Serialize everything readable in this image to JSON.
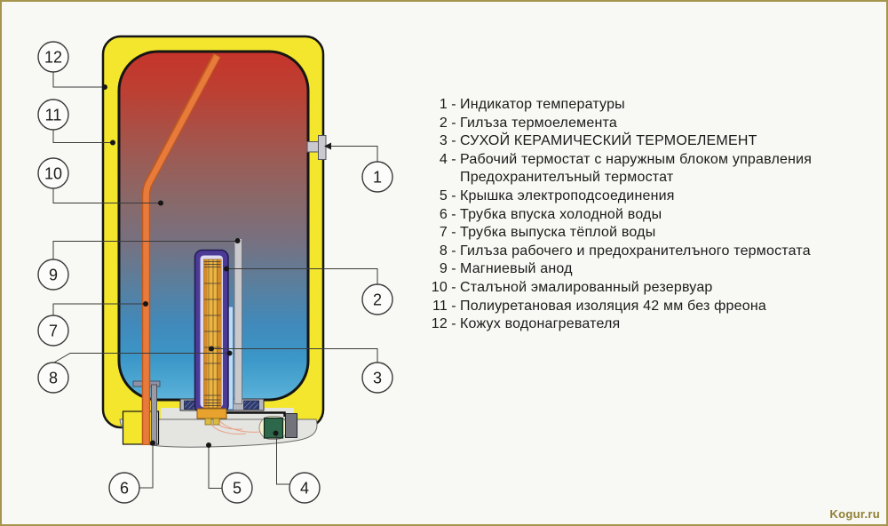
{
  "page": {
    "background": "#F8F8F4",
    "frame_color": "#A6954C",
    "watermark": "Kogur.ru"
  },
  "legend": {
    "rows": [
      {
        "num": "1",
        "sep": "-",
        "text": "Индикатор температуры"
      },
      {
        "num": "2",
        "sep": "-",
        "text": "Гилъза термоелемента"
      },
      {
        "num": "3",
        "sep": "-",
        "text": "СУХОЙ КЕРАМИЧЕСКИЙ ТЕРМОЕЛЕМЕНТ"
      },
      {
        "num": "4",
        "sep": "-",
        "text": "Рабочий термостат с наружным блоком управления"
      },
      {
        "num": "",
        "sep": "",
        "text": "Предохранителъный термостат"
      },
      {
        "num": "5",
        "sep": "-",
        "text": "Крышка электроподсоединения"
      },
      {
        "num": "6",
        "sep": "-",
        "text": "Трубка впуска холодной воды"
      },
      {
        "num": "7",
        "sep": "-",
        "text": "Трубка выпуска тёплой воды"
      },
      {
        "num": "8",
        "sep": "-",
        "text": "Гилъза рабочего и предохранителъного термостата"
      },
      {
        "num": "9",
        "sep": "-",
        "text": "Магниевый анод"
      },
      {
        "num": "10",
        "sep": "-",
        "text": "Сталъной эмалированный резервуар"
      },
      {
        "num": "11",
        "sep": "-",
        "text": "Полиуретановая изоляция 42 мм без фреона"
      },
      {
        "num": "12",
        "sep": "-",
        "text": "Кожух водонагревателя"
      }
    ]
  },
  "callouts": {
    "c1": "1",
    "c2": "2",
    "c3": "3",
    "c4": "4",
    "c5": "5",
    "c6": "6",
    "c7": "7",
    "c8": "8",
    "c9": "9",
    "c10": "10",
    "c11": "11",
    "c12": "12"
  },
  "colors": {
    "casing_yellow": "#F3E62C",
    "tank_top_red": "#C6342A",
    "tank_bottom_blue": "#5FB3DB",
    "outlet_tube_orange": "#E87A3C",
    "anode_gray": "#C9C9CD",
    "thermowell_purple": "#4B3A96",
    "element_gold": "#E9B545",
    "thermostat_green": "#2E684A",
    "cover_gray": "#E4E4E0"
  }
}
